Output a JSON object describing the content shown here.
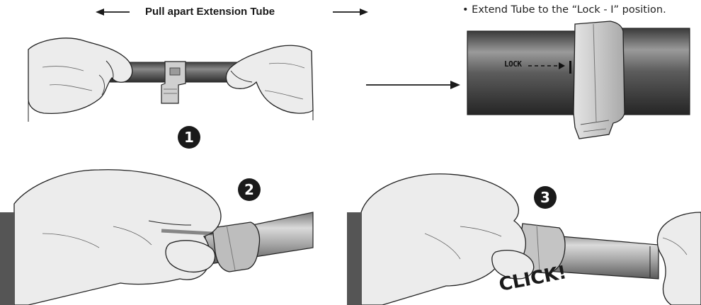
{
  "instructions": {
    "pull_apart_label": "Pull apart Extension Tube",
    "extend_note": "• Extend Tube to the “Lock - I” position."
  },
  "tube_marking": {
    "lock_label": "LOCK"
  },
  "steps": [
    {
      "number": "1"
    },
    {
      "number": "2"
    },
    {
      "number": "3"
    }
  ],
  "sound_effect": "CLICK!",
  "colors": {
    "tube_dark": "#555555",
    "tube_light": "#bdbdbd",
    "hand_fill": "#ececec",
    "collar": "#cfcfcf",
    "ink": "#1a1a1a"
  }
}
